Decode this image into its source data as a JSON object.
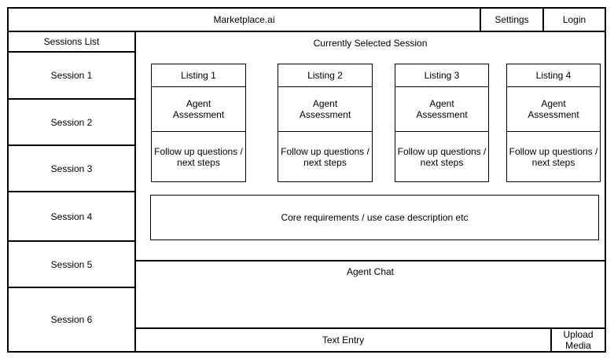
{
  "topbar": {
    "brand": "Marketplace.ai",
    "settings_label": "Settings",
    "login_label": "Login"
  },
  "sidebar": {
    "header": "Sessions List",
    "sessions": [
      "Session 1",
      "Session 2",
      "Session 3",
      "Session 4",
      "Session 5",
      "Session 6"
    ]
  },
  "main": {
    "header": "Currently Selected Session",
    "listings": [
      {
        "title": "Listing 1",
        "assessment": "Agent\nAssessment",
        "followup": "Follow up questions /\nnext steps"
      },
      {
        "title": "Listing 2",
        "assessment": "Agent\nAssessment",
        "followup": "Follow up questions /\nnext steps"
      },
      {
        "title": "Listing 3",
        "assessment": "Agent\nAssessment",
        "followup": "Follow up questions /\nnext steps"
      },
      {
        "title": "Listing 4",
        "assessment": "Agent\nAssessment",
        "followup": "Follow up questions /\nnext steps"
      }
    ],
    "core_requirements": "Core requirements / use case description etc",
    "agent_chat_label": "Agent Chat",
    "text_entry_label": "Text Entry",
    "upload_media_label": "Upload\nMedia"
  },
  "colors": {
    "background": "#ffffff",
    "border": "#000000",
    "text": "#000000"
  }
}
